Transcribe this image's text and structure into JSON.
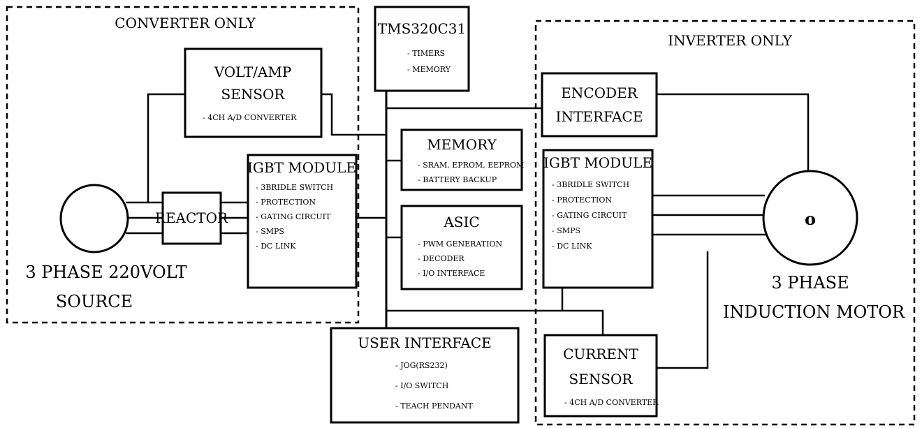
{
  "regions": {
    "converter_label": "CONVERTER ONLY",
    "inverter_label": "INVERTER ONLY"
  },
  "tms": {
    "title": "TMS320C31",
    "items": [
      "- TIMERS",
      "- MEMORY"
    ]
  },
  "volt_amp": {
    "line1": "VOLT/AMP",
    "line2": "SENSOR",
    "items": [
      "- 4CH A/D CONVERTER"
    ]
  },
  "encoder": {
    "line1": "ENCODER",
    "line2": "INTERFACE"
  },
  "memory": {
    "title": "MEMORY",
    "items": [
      "- SRAM, EPROM, EEPROM",
      "- BATTERY BACKUP"
    ]
  },
  "igbt_left": {
    "title": "IGBT MODULE",
    "items": [
      "- 3BRIDLE SWITCH",
      "- PROTECTION",
      "- GATING CIRCUIT",
      "- SMPS",
      "- DC LINK"
    ]
  },
  "igbt_right": {
    "title": "IGBT MODULE",
    "items": [
      "- 3BRIDLE SWITCH",
      "- PROTECTION",
      "- GATING CIRCUIT",
      "- SMPS",
      "- DC LINK"
    ]
  },
  "reactor": {
    "title": "REACTOR"
  },
  "asic": {
    "title": "ASIC",
    "items": [
      "- PWM GENERATION",
      "- DECODER",
      "- I/O INTERFACE"
    ]
  },
  "source": {
    "line1": "3 PHASE 220VOLT",
    "line2": "SOURCE"
  },
  "motor": {
    "line1": "3 PHASE",
    "line2": "INDUCTION MOTOR",
    "center": "o"
  },
  "user_interface": {
    "title": "USER INTERFACE",
    "items": [
      "- JOG(RS232)",
      "- I/O SWITCH",
      "- TEACH PENDANT"
    ]
  },
  "current_sensor": {
    "line1": "CURRENT",
    "line2": "SENSOR",
    "items": [
      "- 4CH A/D CONVERTER"
    ]
  }
}
